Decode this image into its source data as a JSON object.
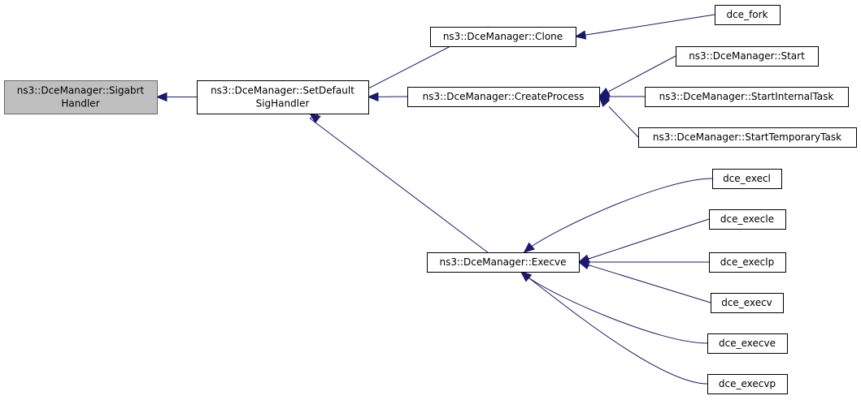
{
  "colors": {
    "edge": "#191970",
    "root_fill": "#bfbfbf",
    "root_border": "#666666",
    "node_fill": "#ffffff",
    "node_border": "#000000"
  },
  "nodes": [
    {
      "id": "sigabrt",
      "lines": [
        "ns3::DceManager::Sigabrt",
        "Handler"
      ],
      "root": true
    },
    {
      "id": "setdefault",
      "lines": [
        "ns3::DceManager::SetDefault",
        "SigHandler"
      ]
    },
    {
      "id": "clone",
      "lines": [
        "ns3::DceManager::Clone"
      ]
    },
    {
      "id": "createprocess",
      "lines": [
        "ns3::DceManager::CreateProcess"
      ]
    },
    {
      "id": "execve",
      "lines": [
        "ns3::DceManager::Execve"
      ]
    },
    {
      "id": "dce_fork",
      "lines": [
        "dce_fork"
      ]
    },
    {
      "id": "start",
      "lines": [
        "ns3::DceManager::Start"
      ]
    },
    {
      "id": "startinternal",
      "lines": [
        "ns3::DceManager::StartInternalTask"
      ]
    },
    {
      "id": "starttemporary",
      "lines": [
        "ns3::DceManager::StartTemporaryTask"
      ]
    },
    {
      "id": "dce_execl",
      "lines": [
        "dce_execl"
      ]
    },
    {
      "id": "dce_execle",
      "lines": [
        "dce_execle"
      ]
    },
    {
      "id": "dce_execlp",
      "lines": [
        "dce_execlp"
      ]
    },
    {
      "id": "dce_execv",
      "lines": [
        "dce_execv"
      ]
    },
    {
      "id": "dce_execve",
      "lines": [
        "dce_execve"
      ]
    },
    {
      "id": "dce_execvp",
      "lines": [
        "dce_execvp"
      ]
    }
  ],
  "edges": [
    {
      "from": "setdefault",
      "to": "sigabrt"
    },
    {
      "from": "clone",
      "to": "setdefault"
    },
    {
      "from": "createprocess",
      "to": "setdefault"
    },
    {
      "from": "execve",
      "to": "setdefault"
    },
    {
      "from": "dce_fork",
      "to": "clone"
    },
    {
      "from": "start",
      "to": "createprocess"
    },
    {
      "from": "startinternal",
      "to": "createprocess"
    },
    {
      "from": "starttemporary",
      "to": "createprocess"
    },
    {
      "from": "dce_execl",
      "to": "execve"
    },
    {
      "from": "dce_execle",
      "to": "execve"
    },
    {
      "from": "dce_execlp",
      "to": "execve"
    },
    {
      "from": "dce_execv",
      "to": "execve"
    },
    {
      "from": "dce_execve",
      "to": "execve"
    },
    {
      "from": "dce_execvp",
      "to": "execve"
    }
  ]
}
